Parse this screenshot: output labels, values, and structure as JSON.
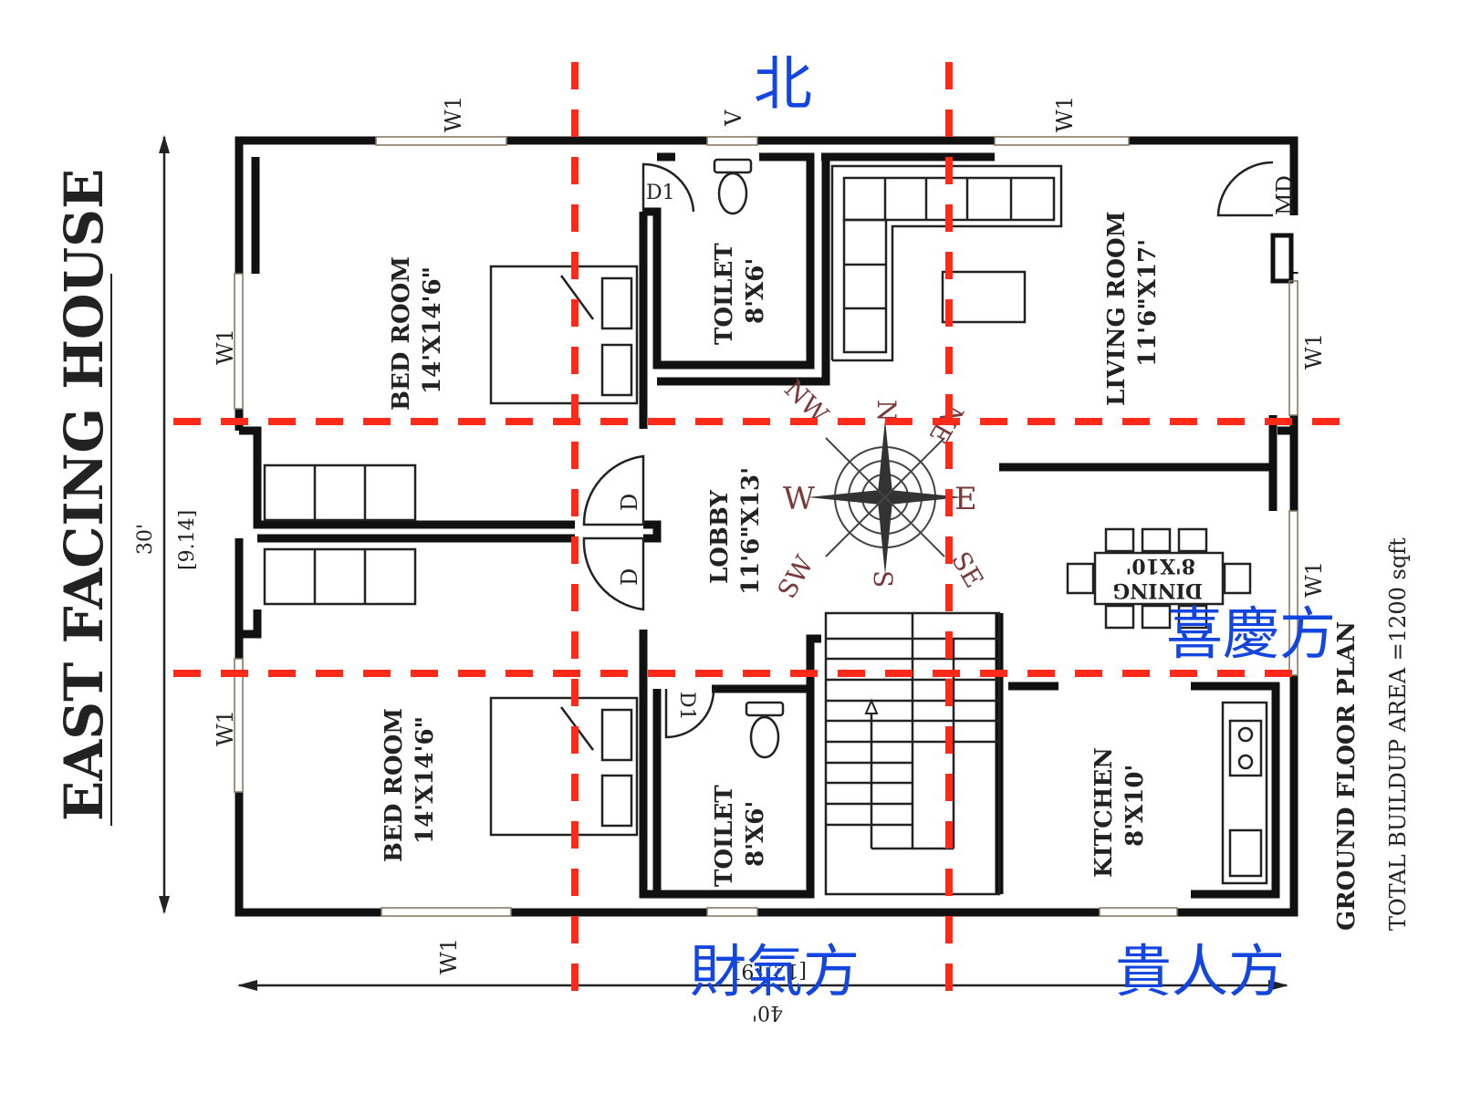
{
  "title": "EAST FACING HOUSE",
  "plan_caption": "GROUND FLOOR PLAN",
  "area_caption": "TOTAL BUILDUP AREA =1200 sqft",
  "dims": {
    "height_ft": "30'",
    "height_m": "[9.14]",
    "width_ft": "40'",
    "width_m": "[12.19]"
  },
  "rooms": {
    "bed1_name": "BED ROOM",
    "bed1_size": "14'X14'6\"",
    "bed2_name": "BED ROOM",
    "bed2_size": "14'X14'6\"",
    "toilet1_name": "TOILET",
    "toilet1_size": "8'X6'",
    "toilet2_name": "TOILET",
    "toilet2_size": "8'X6'",
    "living_name": "LIVING ROOM",
    "living_size": "11'6\"X17'",
    "lobby_name": "LOBBY",
    "lobby_size": "11'6\"X13'",
    "dining_name": "DINING",
    "dining_size": "8'X10'",
    "kitchen_name": "KITCHEN",
    "kitchen_size": "8'X10'"
  },
  "tags": {
    "w1": "W1",
    "v": "V",
    "d1": "D1",
    "d": "D",
    "md": "MD"
  },
  "compass": {
    "n": "N",
    "s": "S",
    "e": "E",
    "w": "W",
    "ne": "NE",
    "nw": "NW",
    "se": "SE",
    "sw": "SW"
  },
  "feng_shui": {
    "north": "北",
    "joy": "喜慶方",
    "wealth": "財氣方",
    "noble": "貴人方"
  },
  "colors": {
    "grid_line": "#ff2a1a",
    "annotation": "#1346e0",
    "wall": "#111111"
  }
}
